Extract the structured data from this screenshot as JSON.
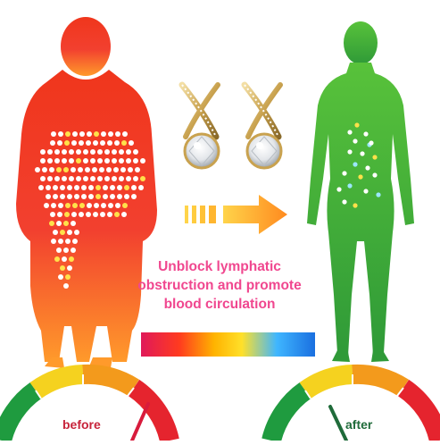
{
  "caption": {
    "line1": "Unblock lymphatic",
    "line2": "obstruction and promote",
    "line3": "blood circulation"
  },
  "gauges": {
    "before_label": "before",
    "after_label": "after"
  },
  "colors": {
    "caption": "#f0478f",
    "before_body_top": "#f0361c",
    "before_body_bottom": "#ff9a2b",
    "after_body_top": "#58c23a",
    "after_body_bottom": "#2f9a38",
    "needle": "#d81b3c",
    "needle_after": "#1f6b3a"
  },
  "icons": {
    "arrow": "right-arrow-icon",
    "earrings": "crystal-earring-icon"
  }
}
